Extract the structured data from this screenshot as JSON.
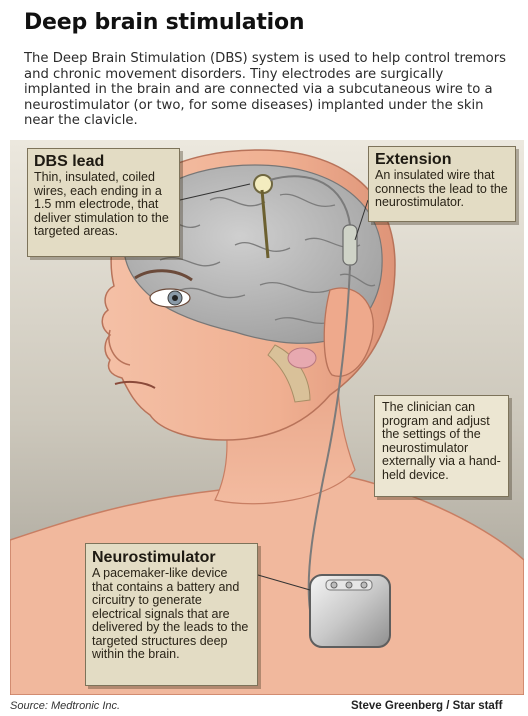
{
  "title": "Deep brain stimulation",
  "intro": "The Deep Brain Stimulation (DBS) system is used to help control tremors and chronic movement disorders. Tiny electrodes are surgically implanted in the brain and are connected via a subcutaneous wire to a neurostimulator (or two, for some diseases) implanted under the skin near the clavicle.",
  "callouts": {
    "dbs_lead": {
      "heading": "DBS lead",
      "text": "Thin, insulated, coiled wires, each ending in a 1.5 mm electrode, that deliver stimulation to the targeted areas."
    },
    "extension": {
      "heading": "Extension",
      "text": "An insulated wire that connects the lead to the neurostimulator."
    },
    "clinician": {
      "text": "The clinician can program and adjust the settings of the neurostimulator externally via a hand-held device."
    },
    "neurostimulator": {
      "heading": "Neurostimulator",
      "text": "A pacemaker-like device that contains a battery and circuitry to generate electrical signals that are delivered by the leads to the targeted structures deep within the brain."
    }
  },
  "footer": {
    "source": "Source: Medtronic Inc.",
    "credit": "Steve Greenberg / Star staff"
  },
  "colors": {
    "skin": "#f2b59a",
    "skin_shadow": "#d98a70",
    "brain": "#b6b6b6",
    "callout_bg": "#e3dcc4",
    "background_gradient_top": "#e8e3d8",
    "background_gradient_bottom": "#9e9a90"
  }
}
